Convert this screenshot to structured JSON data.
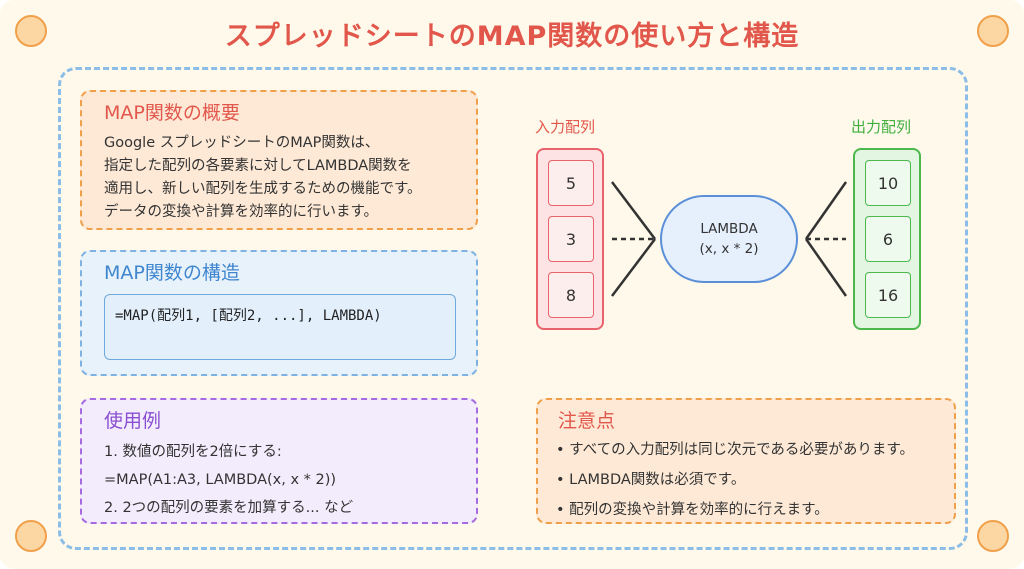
{
  "title": "スプレッドシートのMAP関数の使い方と構造",
  "overview": {
    "heading": "MAP関数の概要",
    "lines": [
      "Google スプレッドシートのMAP関数は、",
      "指定した配列の各要素に対してLAMBDA関数を",
      "適用し、新しい配列を生成するための機能です。",
      "データの変換や計算を効率的に行います。"
    ]
  },
  "structure": {
    "heading": "MAP関数の構造",
    "formula": "=MAP(配列1, [配列2, ...], LAMBDA)"
  },
  "usage": {
    "heading": "使用例",
    "lines": [
      "1. 数値の配列を2倍にする:",
      "=MAP(A1:A3, LAMBDA(x, x * 2))",
      "2. 2つの配列の要素を加算する... など"
    ]
  },
  "notes": {
    "heading": "注意点",
    "items": [
      "• すべての入力配列は同じ次元である必要があります。",
      "• LAMBDA関数は必須です。",
      "• 配列の変換や計算を効率的に行えます。"
    ]
  },
  "diagram": {
    "input_label": "入力配列",
    "output_label": "出力配列",
    "input_values": [
      "5",
      "3",
      "8"
    ],
    "output_values": [
      "10",
      "6",
      "16"
    ],
    "lambda_line1": "LAMBDA",
    "lambda_line2": "(x, x * 2)"
  },
  "colors": {
    "title": "#e2574c",
    "input": "#e8636b",
    "output": "#4cb84c",
    "lambda": "#5a8fd8"
  }
}
